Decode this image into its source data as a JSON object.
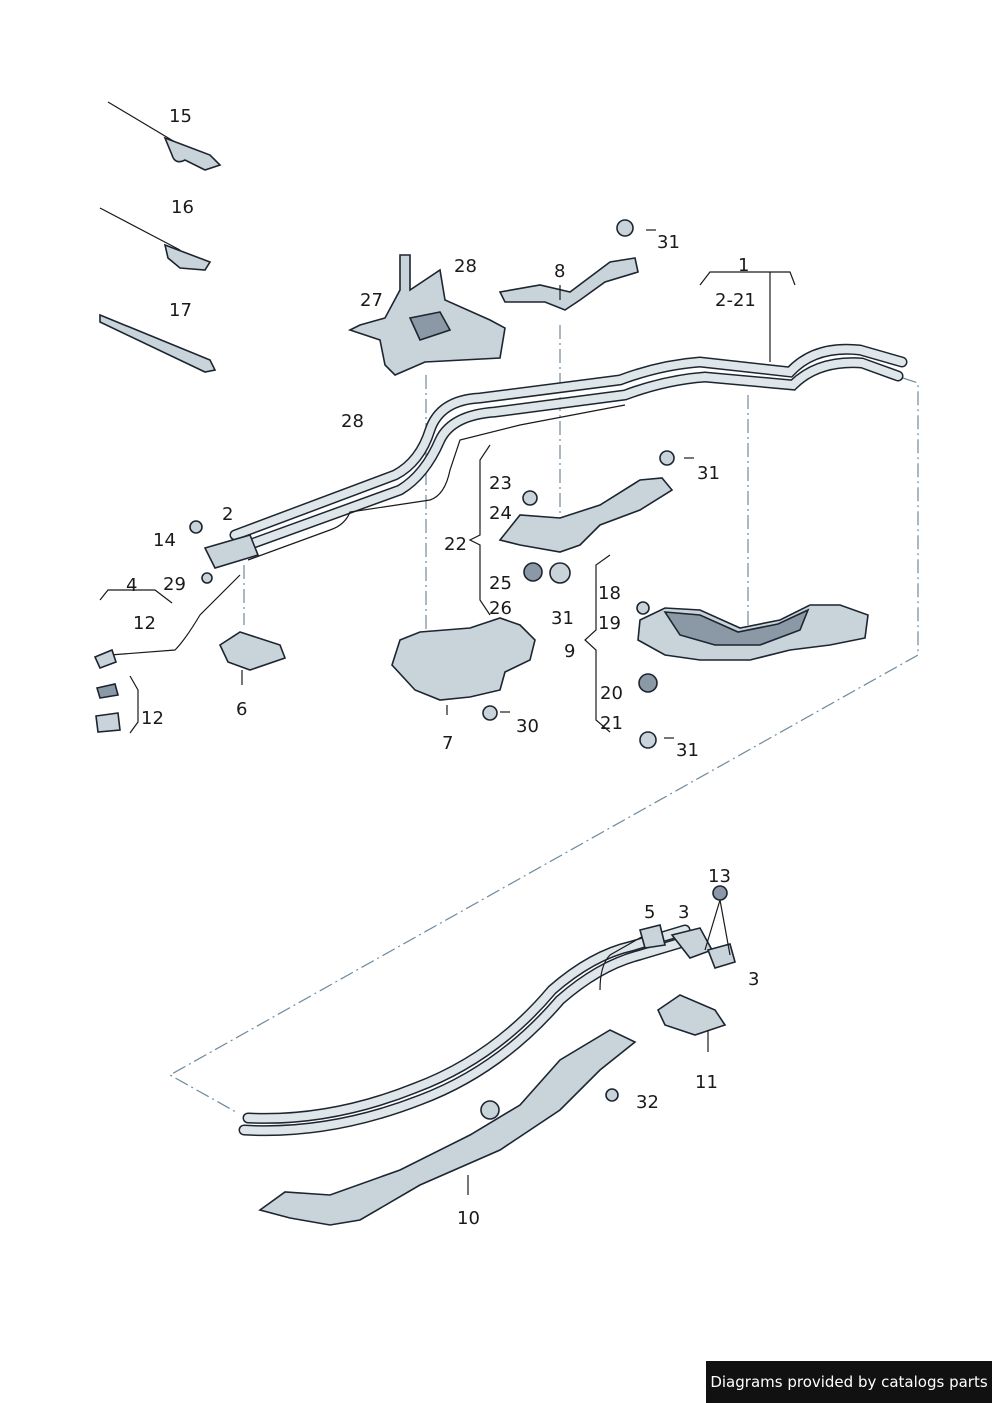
{
  "callouts": {
    "c1": "1",
    "c2": "2",
    "c2_21": "2-21",
    "c3a": "3",
    "c3b": "3",
    "c4": "4",
    "c5": "5",
    "c6": "6",
    "c7": "7",
    "c8": "8",
    "c9": "9",
    "c10": "10",
    "c11": "11",
    "c12a": "12",
    "c12b": "12",
    "c13": "13",
    "c14": "14",
    "c15": "15",
    "c16": "16",
    "c17": "17",
    "c18": "18",
    "c19": "19",
    "c20": "20",
    "c21": "21",
    "c22": "22",
    "c23": "23",
    "c24": "24",
    "c25": "25",
    "c26": "26",
    "c27": "27",
    "c28a": "28",
    "c28b": "28",
    "c29": "29",
    "c30": "30",
    "c31a": "31",
    "c31b": "31",
    "c31c": "31",
    "c31d": "31",
    "c32": "32"
  },
  "credit": "Diagrams provided by catalogs parts"
}
